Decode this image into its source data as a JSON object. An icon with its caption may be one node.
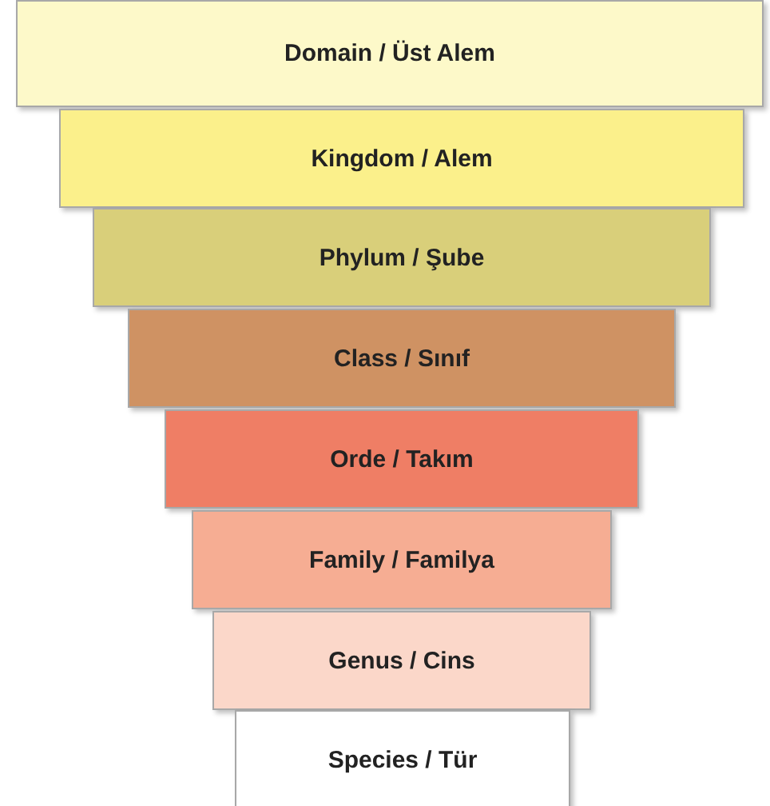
{
  "diagram": {
    "nodes": [
      {
        "text": [
          "Domain / Üst Alem"
        ]
      },
      {
        "text": [
          "Kingdom / Alem"
        ]
      },
      {
        "text": [
          "Phylum / Şube"
        ]
      },
      {
        "text": [
          "Class / Sınıf"
        ]
      },
      {
        "text": [
          "Orde / Takım"
        ]
      },
      {
        "text": [
          "Family / Familya"
        ]
      },
      {
        "text": [
          "Genus / Cins"
        ]
      },
      {
        "text": [
          "Species / Tür"
        ]
      }
    ]
  }
}
